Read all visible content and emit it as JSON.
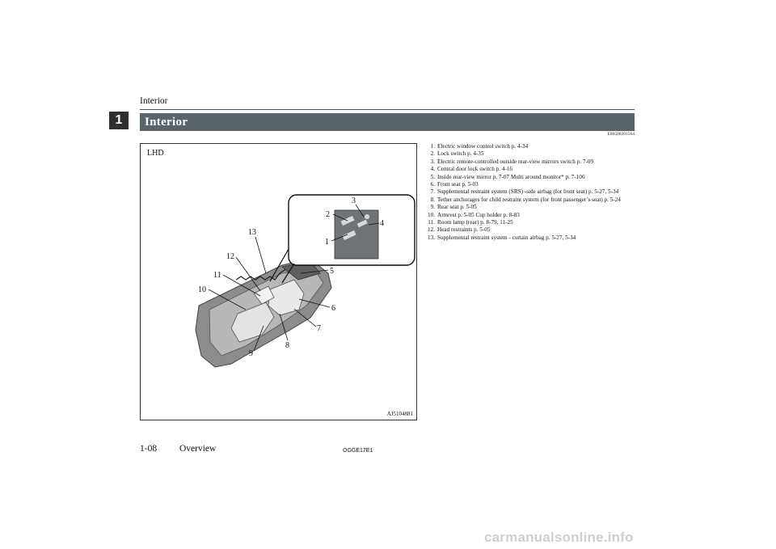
{
  "header": {
    "title": "Interior",
    "chapter_number": "1"
  },
  "section": {
    "title": "Interior",
    "ref_code": "E00500201564"
  },
  "figure": {
    "label": "LHD",
    "code": "AJ5104881",
    "callouts": [
      "1",
      "2",
      "3",
      "4",
      "5",
      "6",
      "7",
      "8",
      "9",
      "10",
      "11",
      "12",
      "13"
    ]
  },
  "items": [
    {
      "num": "1.",
      "text": "Electric window control switch p. 4-34"
    },
    {
      "num": "2.",
      "text": "Lock switch p. 4-35"
    },
    {
      "num": "3.",
      "text": "Electric remote-controlled outside rear-view mirrors switch p. 7-09"
    },
    {
      "num": "4.",
      "text": "Central door lock switch p. 4-16"
    },
    {
      "num": "5.",
      "text": "Inside rear-view mirror p. 7-07 Multi around monitor* p. 7-106"
    },
    {
      "num": "6.",
      "text": "Front seat p. 5-03"
    },
    {
      "num": "7.",
      "text": "Supplemental restraint system (SRS) -side airbag (for front seat) p. 5-27, 5-34"
    },
    {
      "num": "8.",
      "text": "Tether anchorages for child restraint system (for front passenger’s seat) p. 5-24"
    },
    {
      "num": "9.",
      "text": "Rear seat p. 5-05"
    },
    {
      "num": "10.",
      "text": "Armrest p. 5-05 Cup holder p. 8-83"
    },
    {
      "num": "11.",
      "text": "Room lamp (rear) p. 8-79, 11-25"
    },
    {
      "num": "12.",
      "text": "Head restraints p. 5-05"
    },
    {
      "num": "13.",
      "text": "Supplemental restraint system - curtain airbag p. 5-27, 5-34"
    }
  ],
  "footer": {
    "page": "1-08",
    "section": "Overview",
    "code": "OGGE17E1"
  },
  "watermark": "carmanualsonline.info"
}
